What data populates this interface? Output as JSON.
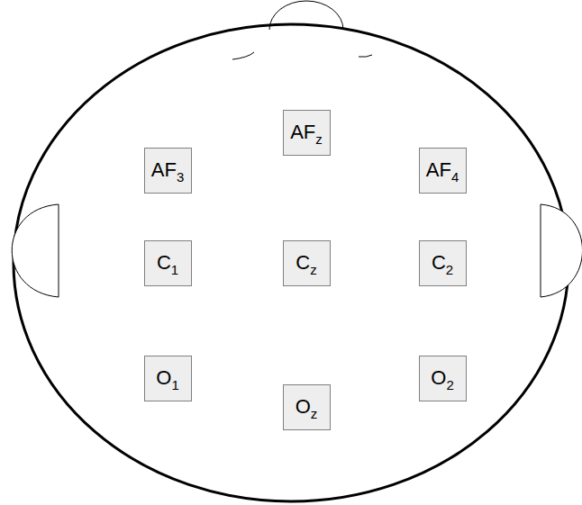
{
  "diagram": {
    "nodes": [
      {
        "text": [
          "AFz"
        ]
      },
      {
        "text": [
          "AF3"
        ]
      },
      {
        "text": [
          "AF4"
        ]
      },
      {
        "text": [
          "C1"
        ]
      },
      {
        "text": [
          "Cz"
        ]
      },
      {
        "text": [
          "C2"
        ]
      },
      {
        "text": [
          "O1"
        ]
      },
      {
        "text": [
          "Oz"
        ]
      },
      {
        "text": [
          "O2"
        ]
      }
    ]
  }
}
